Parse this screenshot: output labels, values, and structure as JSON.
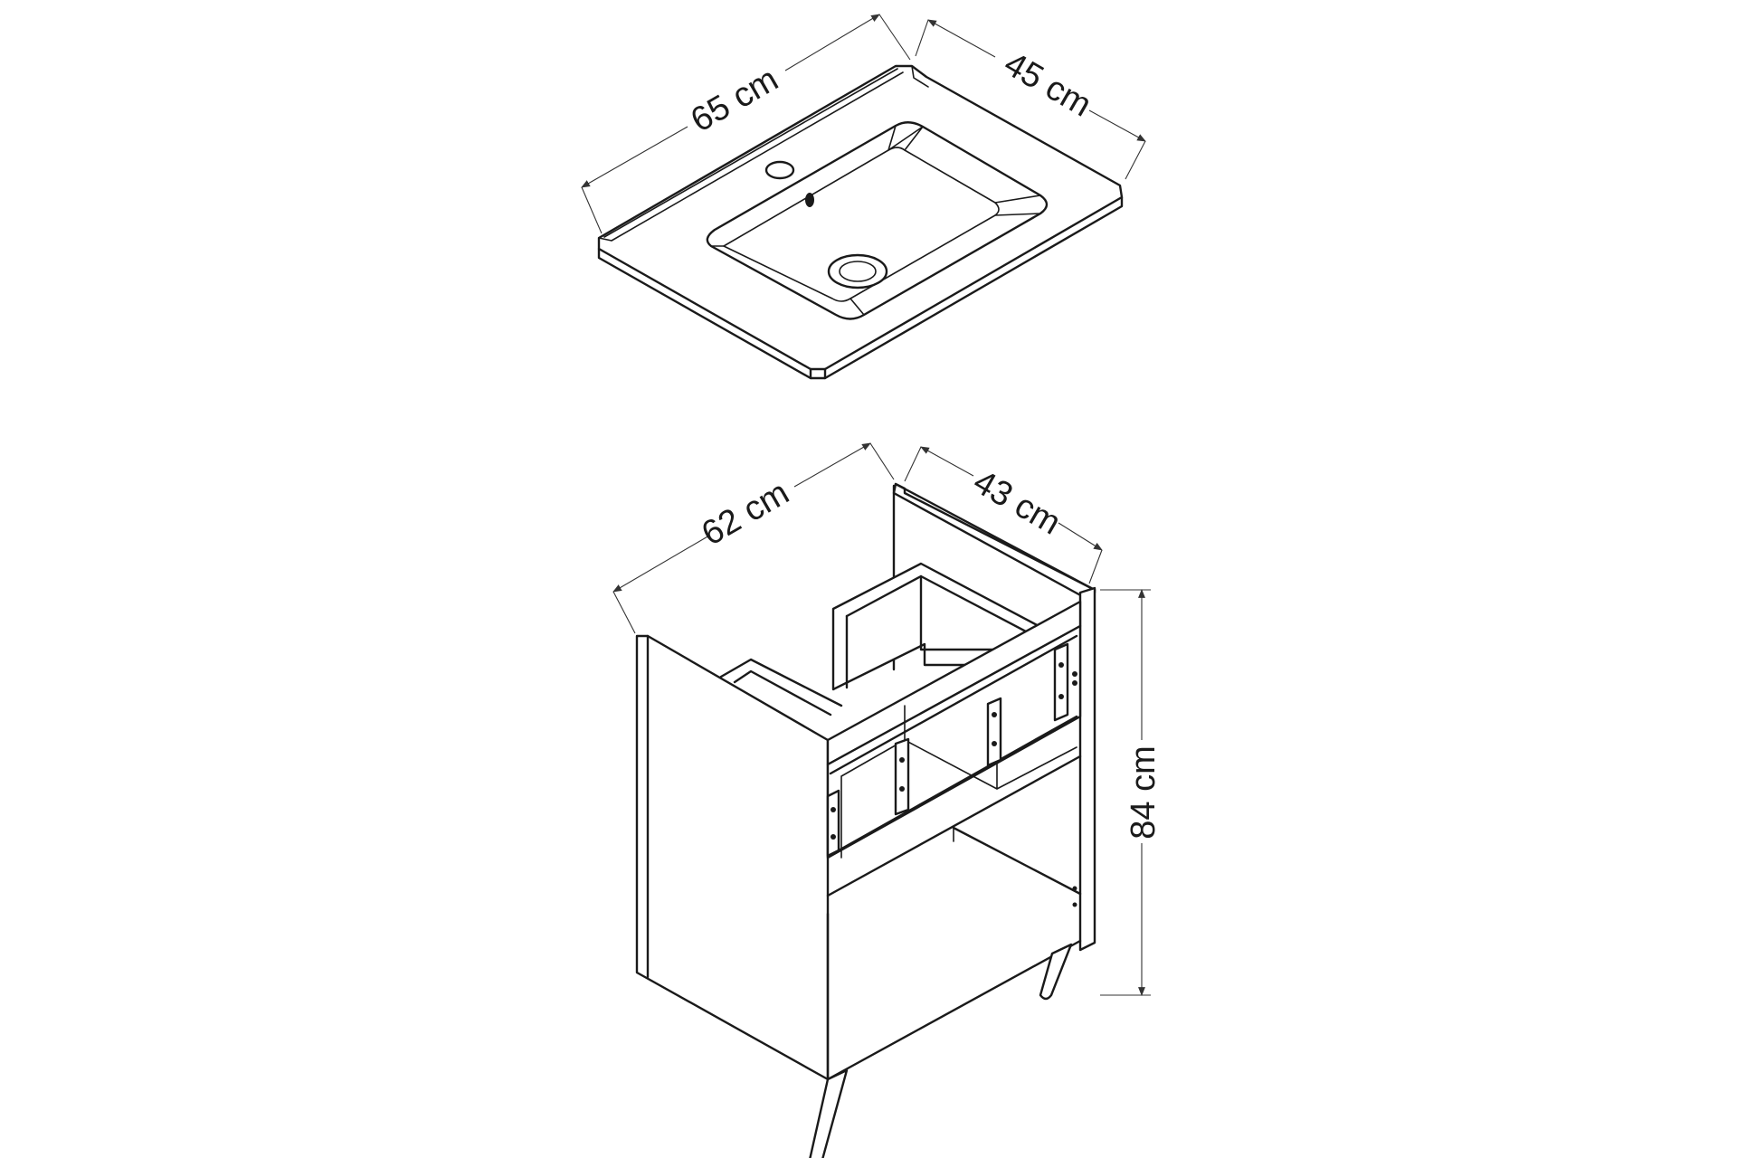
{
  "sink": {
    "width_label": "65 cm",
    "depth_label": "45 cm"
  },
  "cabinet": {
    "width_label": "62 cm",
    "depth_label": "43 cm",
    "height_label": "84 cm"
  }
}
